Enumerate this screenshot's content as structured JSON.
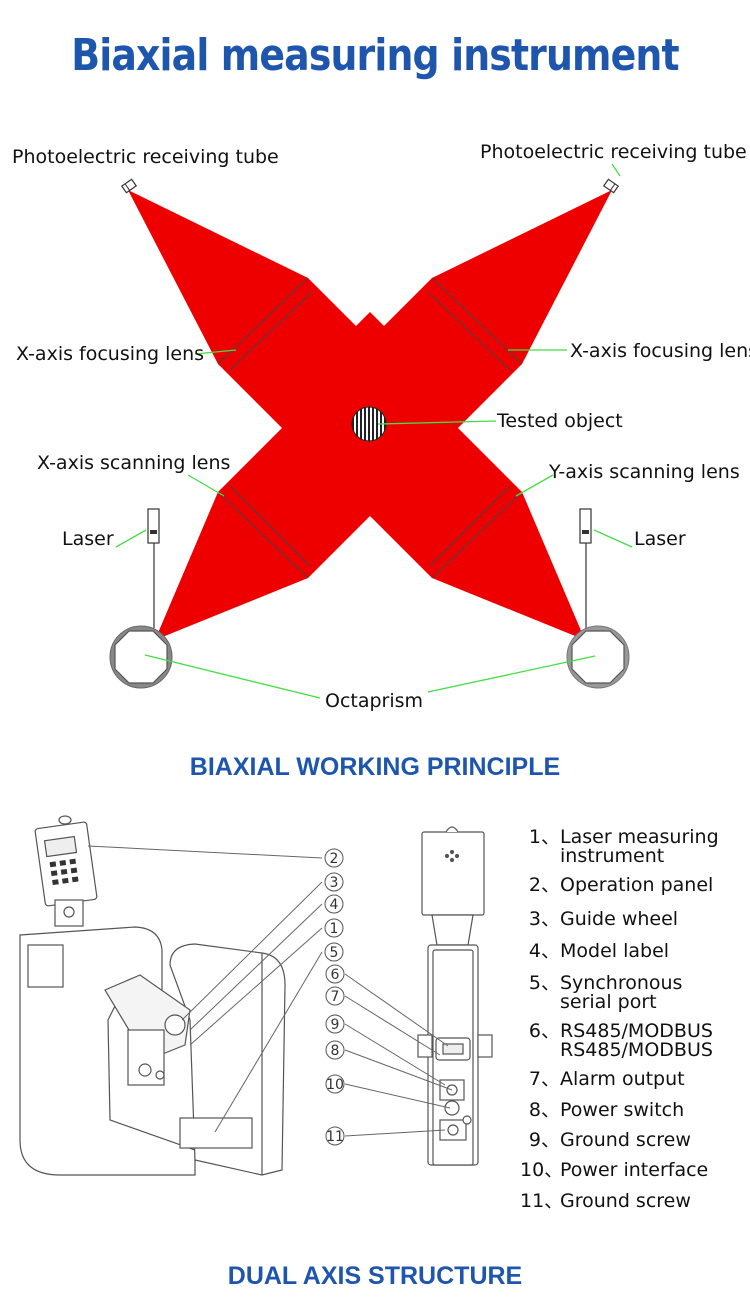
{
  "title": "Biaxial measuring instrument",
  "principle": {
    "labels": {
      "receiving_tube_left": "Photoelectric receiving tube",
      "receiving_tube_right": "Photoelectric receiving tube",
      "x_focus_left": "X-axis focusing lens",
      "x_focus_right": "X-axis focusing lens",
      "tested_object": "Tested object",
      "x_scan": "X-axis scanning lens",
      "y_scan": "Y-axis scanning lens",
      "laser_left": "Laser",
      "laser_right": "Laser",
      "octaprism": "Octaprism"
    },
    "caption": "BIAXIAL WORKING PRINCIPLE",
    "colors": {
      "beam": "#ee0000",
      "leader": "#44dd44",
      "title": "#1f56ad"
    }
  },
  "structure": {
    "caption": "DUAL AXIS STRUCTURE",
    "callouts_left": [
      "2",
      "3",
      "4",
      "1",
      "5"
    ],
    "callouts_right": [
      "6",
      "7",
      "9",
      "8",
      "10",
      "11"
    ],
    "parts": [
      {
        "num": "1、",
        "text": "Laser measuring\ninstrument"
      },
      {
        "num": "2、",
        "text": "Operation panel"
      },
      {
        "num": "3、",
        "text": "Guide wheel"
      },
      {
        "num": "4、",
        "text": "Model label"
      },
      {
        "num": "5、",
        "text": "Synchronous\nserial port"
      },
      {
        "num": "6、",
        "text": "RS485/MODBUS\nRS485/MODBUS"
      },
      {
        "num": "7、",
        "text": "Alarm output"
      },
      {
        "num": "8、",
        "text": "Power switch"
      },
      {
        "num": "9、",
        "text": "Ground screw"
      },
      {
        "num": "10、",
        "text": "Power interface"
      },
      {
        "num": "11、",
        "text": "Ground screw"
      }
    ]
  }
}
